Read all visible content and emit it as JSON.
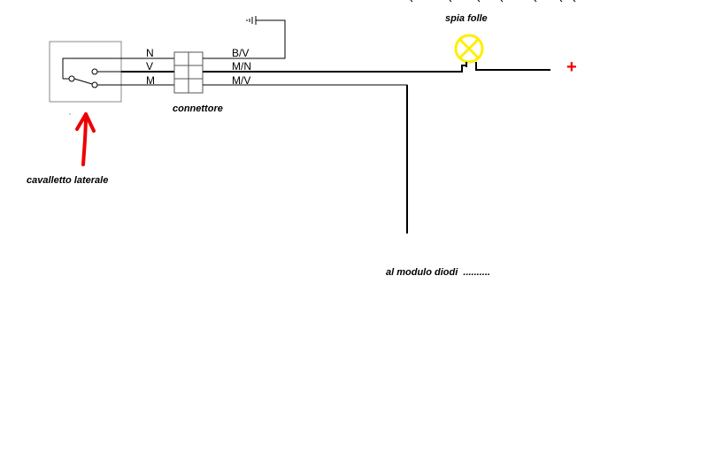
{
  "diagram": {
    "switch": {
      "pins": [
        "N",
        "V",
        "M"
      ],
      "label": "cavalletto laterale"
    },
    "connector": {
      "label": "connettore"
    },
    "wires": [
      "B/V",
      "M/N",
      "M/V"
    ],
    "lamp": {
      "label": "spia folle"
    },
    "supply": {
      "symbol": "+"
    },
    "module": {
      "label": "al modulo diodi  .........."
    },
    "colors": {
      "line": "#000000",
      "box": "#888888",
      "arrow": "#ee0000",
      "lamp": "#ffee00",
      "plus": "#ee0000"
    }
  }
}
